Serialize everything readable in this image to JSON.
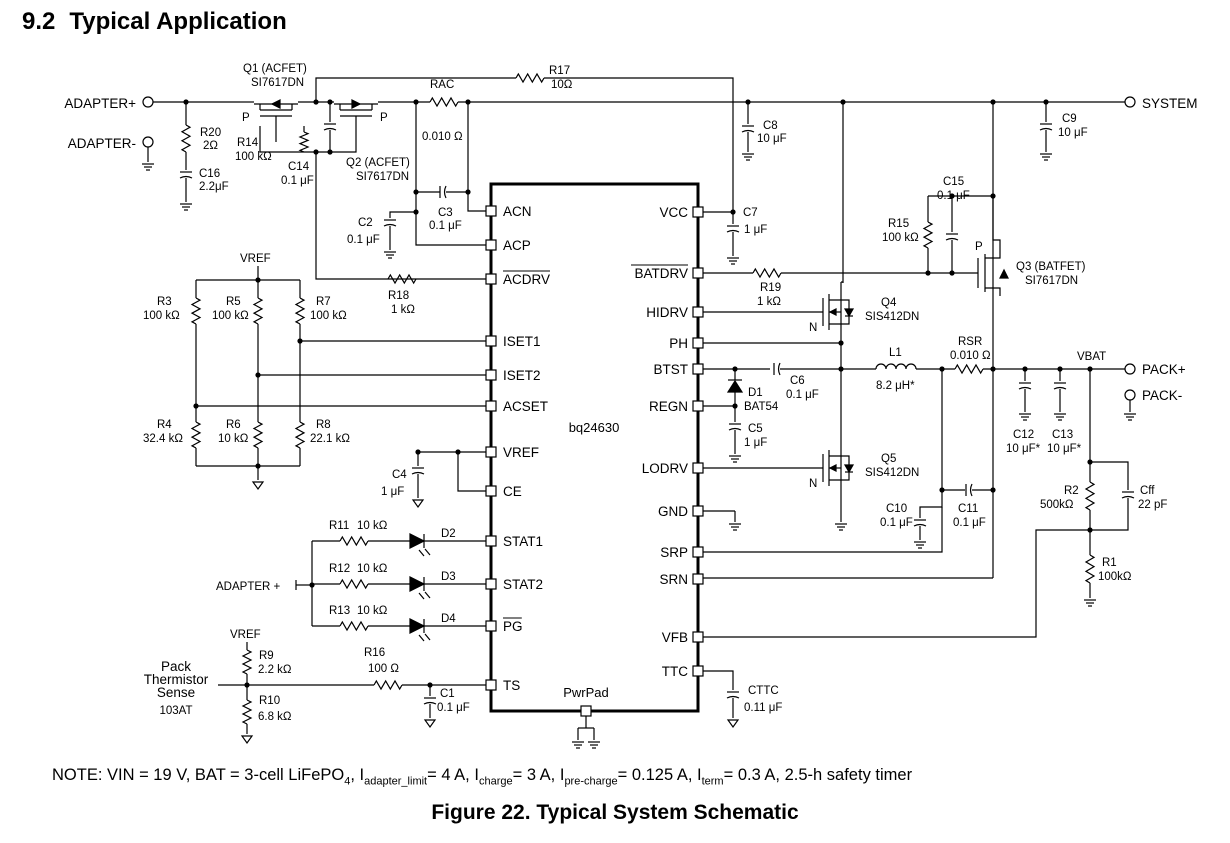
{
  "heading": {
    "number": "9.2",
    "title": "Typical Application"
  },
  "chip": {
    "name": "bq24630",
    "pad_label": "PwrPad",
    "left_pins": [
      "ACN",
      "ACP",
      "ACDRV",
      "ISET1",
      "ISET2",
      "ACSET",
      "VREF",
      "CE",
      "STAT1",
      "STAT2",
      "PG",
      "TS"
    ],
    "right_pins": [
      "VCC",
      "BATDRV",
      "HIDRV",
      "PH",
      "BTST",
      "REGN",
      "LODRV",
      "GND",
      "SRP",
      "SRN",
      "VFB",
      "TTC"
    ]
  },
  "terminals": {
    "adapter_pos": "ADAPTER+",
    "adapter_neg": "ADAPTER-",
    "system": "SYSTEM",
    "pack_pos": "PACK+",
    "pack_neg": "PACK-",
    "adapter_led": "ADAPTER +",
    "vbat": "VBAT"
  },
  "components": {
    "q1": {
      "ref": "Q1 (ACFET)",
      "part": "SI7617DN"
    },
    "q2": {
      "ref": "Q2 (ACFET)",
      "part": "SI7617DN"
    },
    "q3": {
      "ref": "Q3 (BATFET)",
      "part": "SI7617DN"
    },
    "q4": {
      "ref": "Q4",
      "part": "SIS412DN"
    },
    "q5": {
      "ref": "Q5",
      "part": "SIS412DN"
    },
    "ptype": "P",
    "ntype": "N",
    "r17": {
      "ref": "R17",
      "value": "10Ω"
    },
    "r20": {
      "ref": "R20",
      "value": "2Ω"
    },
    "c16": {
      "ref": "C16",
      "value": "2.2μF"
    },
    "r14": {
      "ref": "R14",
      "value": "100 kΩ"
    },
    "c14": {
      "ref": "C14",
      "value": "0.1 μF"
    },
    "rac": {
      "ref": "RAC",
      "value": "0.010 Ω"
    },
    "c8": {
      "ref": "C8",
      "value": "10 μF"
    },
    "c9": {
      "ref": "C9",
      "value": "10 μF"
    },
    "c2": {
      "ref": "C2",
      "value": "0.1 μF"
    },
    "c3": {
      "ref": "C3",
      "value": "0.1 μF"
    },
    "c7": {
      "ref": "C7",
      "value": "1 μF"
    },
    "c15": {
      "ref": "C15",
      "value": "0.1 μF"
    },
    "r15": {
      "ref": "R15",
      "value": "100 kΩ"
    },
    "r18": {
      "ref": "R18",
      "value": "1 kΩ"
    },
    "r19": {
      "ref": "R19",
      "value": "1 kΩ"
    },
    "vref_label": "VREF",
    "r3": {
      "ref": "R3",
      "value": "100 kΩ"
    },
    "r5": {
      "ref": "R5",
      "value": "100 kΩ"
    },
    "r7": {
      "ref": "R7",
      "value": "100 kΩ"
    },
    "r4": {
      "ref": "R4",
      "value": "32.4 kΩ"
    },
    "r6": {
      "ref": "R6",
      "value": "10 kΩ"
    },
    "r8": {
      "ref": "R8",
      "value": "22.1 kΩ"
    },
    "c4": {
      "ref": "C4",
      "value": "1 μF"
    },
    "r11": {
      "ref": "R11",
      "value": "10 kΩ"
    },
    "r12": {
      "ref": "R12",
      "value": "10 kΩ"
    },
    "r13": {
      "ref": "R13",
      "value": "10 kΩ"
    },
    "d2": "D2",
    "d3": "D3",
    "d4": "D4",
    "pack_therm": [
      "Pack",
      "Thermistor",
      "Sense",
      "103AT"
    ],
    "r9": {
      "ref": "R9",
      "value": "2.2 kΩ"
    },
    "r10": {
      "ref": "R10",
      "value": "6.8 kΩ"
    },
    "r16": {
      "ref": "R16",
      "value": "100 Ω"
    },
    "c1": {
      "ref": "C1",
      "value": "0.1 μF"
    },
    "rsr": {
      "ref": "RSR",
      "value": "0.010 Ω"
    },
    "l1": {
      "ref": "L1",
      "value": "8.2 μH*"
    },
    "c6": {
      "ref": "C6",
      "value": "0.1 μF"
    },
    "d1": {
      "ref": "D1",
      "part": "BAT54"
    },
    "c5": {
      "ref": "C5",
      "value": "1 μF"
    },
    "c12": {
      "ref": "C12",
      "value": "10 μF*"
    },
    "c13": {
      "ref": "C13",
      "value": "10 μF*"
    },
    "c10": {
      "ref": "C10",
      "value": "0.1 μF"
    },
    "c11": {
      "ref": "C11",
      "value": "0.1 μF"
    },
    "r2": {
      "ref": "R2",
      "value": "500kΩ"
    },
    "cff": {
      "ref": "Cff",
      "value": "22 pF"
    },
    "r1": {
      "ref": "R1",
      "value": "100kΩ"
    },
    "cttc": {
      "ref": "CTTC",
      "value": "0.11 μF"
    }
  },
  "note": {
    "prefix": "NOTE:  VIN = 19 V, BAT = 3-cell LiFePO",
    "bat_sub": "4",
    "i": "I",
    "adapter_sub": "adapter_limit",
    "adapter_val": "= 4 A, ",
    "charge_sub": "charge",
    "charge_val": "= 3 A, ",
    "precharge_sub": "pre-charge",
    "precharge_val": "= 0.125 A, ",
    "term_sub": "term",
    "term_val": "= 0.3 A, 2.5-h safety timer"
  },
  "figure_title": "Figure 22.  Typical System Schematic"
}
